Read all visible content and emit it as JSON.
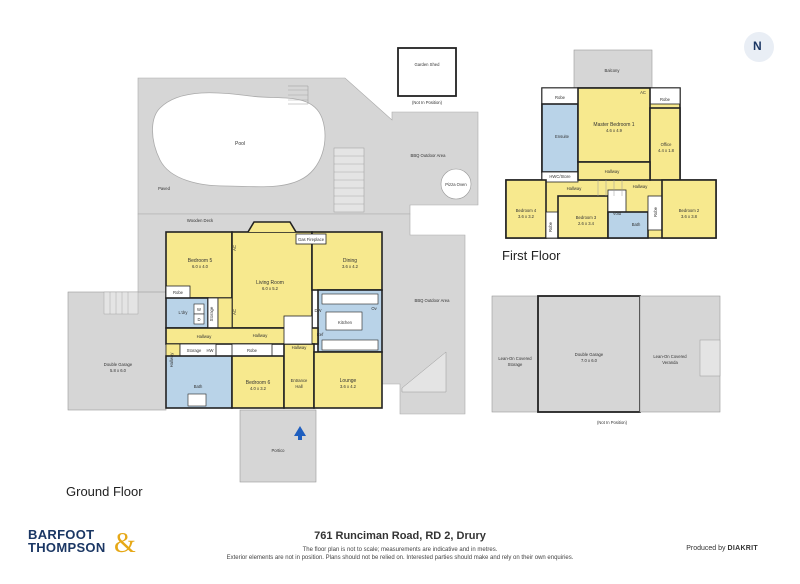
{
  "headings": {
    "ground_floor": "Ground Floor",
    "first_floor": "First Floor"
  },
  "address": "761 Runciman Road, RD 2, Drury",
  "disclaimer": [
    "The floor plan is not to scale; measurements are indicative and in metres.",
    "Exterior elements are not in position. Plans should not be relied on. Interested parties should make and rely on their own enquiries."
  ],
  "logo": {
    "line1": "BARFOOT",
    "line2": "THOMPSON",
    "ampersand": "&"
  },
  "credit": {
    "prefix": "Produced by",
    "brand": "DIAKRIT"
  },
  "compass": "N",
  "colors": {
    "room_fill": "#f7e98e",
    "room_stroke": "#222222",
    "outdoor_fill": "#d6d6d6",
    "wet_area_fill": "#b9d3e8",
    "accent_navy": "#1b3764",
    "accent_gold": "#e6a817",
    "entry_arrow": "#1f5fbf"
  },
  "ground": {
    "garden_shed": "Garden Shed",
    "shed_note": "(Not In Position)",
    "pool": "Pool",
    "paved": "Paved",
    "bbq_top": "BBQ Outdoor Area",
    "pizza_oven": "Pizza Oven",
    "wooden_deck": "Wooden Deck",
    "bbq_right": "BBQ Outdoor Area",
    "double_garage_name": "Double Garage",
    "double_garage_size": "5.8 x 6.0",
    "bedroom5_name": "Bedroom 5",
    "bedroom5_size": "6.0 x 4.0",
    "living_name": "Living Room",
    "living_size": "6.0 x 5.2",
    "gas_fireplace": "Gas Fireplace",
    "dining_name": "Dining",
    "dining_size": "3.6 x 4.2",
    "kitchen": "Kitchen",
    "robe_bed5": "Robe",
    "laundry": "L'dry",
    "storage_v": "Storage",
    "w": "W",
    "d": "D",
    "hallway_a": "Hallway",
    "hallway_b": "Hallway",
    "hallway_c": "Hallway",
    "hallway_d": "Hallway",
    "storage": "Storage",
    "hw": "HW",
    "bath": "Bath",
    "robe_bed6": "Robe",
    "bedroom6_name": "Bedroom 6",
    "bedroom6_size": "4.0 x 3.2",
    "entrance_name": "Entrance",
    "entrance_sub": "Hall",
    "lounge_name": "Lounge",
    "lounge_size": "3.6 x 4.2",
    "portico": "Portico",
    "ac1": "AC",
    "ac2": "AC",
    "dw": "DW",
    "ref": "Ref",
    "ov": "Ov"
  },
  "first": {
    "balcony": "Balcony",
    "master_name": "Master Bedroom 1",
    "master_size": "4.6 x 4.9",
    "robe1": "Robe",
    "robe2": "Robe",
    "ac": "AC",
    "ensuite": "Ensuite",
    "office_name": "Office",
    "office_size": "4.4 x 1.8",
    "hallway": "Hallway",
    "hwc_store": "HWC/Store",
    "hallway_l": "Hallway",
    "hallway_r": "Hallway",
    "bedroom4_name": "Bedroom 4",
    "bedroom4_size": "3.6 x 3.2",
    "bedroom3_name": "Bedroom 3",
    "bedroom3_size": "2.6 x 3.4",
    "void": "Void",
    "bath": "Bath",
    "bedroom2_name": "Bedroom 2",
    "bedroom2_size": "3.6 x 3.8",
    "robe3": "Robe",
    "robe4": "Robe"
  },
  "garage2": {
    "leanon_storage_name": "Lean-On Covered",
    "leanon_storage_sub": "Storage",
    "dg_name": "Double Garage",
    "dg_size": "7.0 x 6.0",
    "leanon_veranda_name": "Lean-On Covered",
    "leanon_veranda_sub": "Veranda",
    "note": "(Not In Position)"
  }
}
